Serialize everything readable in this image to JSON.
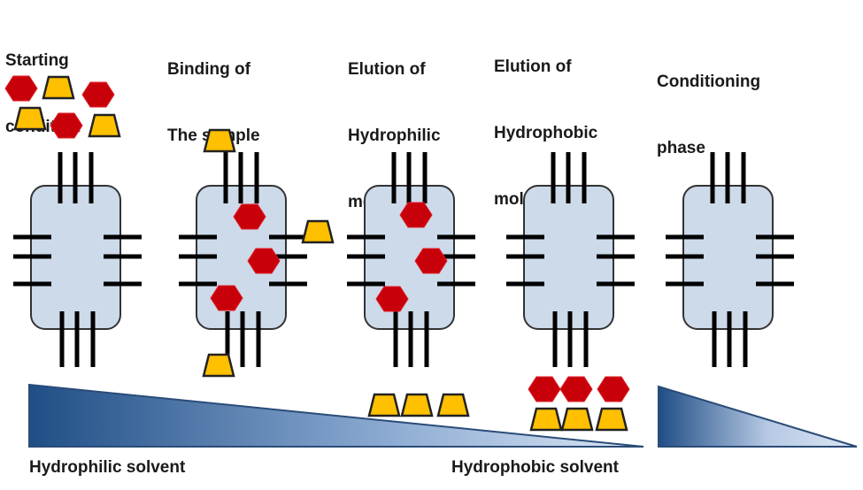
{
  "title": "Hydrophobic interaction chromatography steps",
  "steps": [
    {
      "id": "starting",
      "lines": [
        "Starting",
        "condition"
      ]
    },
    {
      "id": "binding",
      "lines": [
        "Binding of",
        "The sample"
      ]
    },
    {
      "id": "elution-hydrophilic",
      "lines": [
        "Elution of",
        "Hydrophilic",
        "molecule"
      ]
    },
    {
      "id": "elution-hydrophobic",
      "lines": [
        "Elution of",
        "Hydrophobic",
        "molecule"
      ]
    },
    {
      "id": "conditioning",
      "lines": [
        "Conditioning",
        "phase"
      ]
    }
  ],
  "gradient": {
    "start_label": "Hydrophilic solvent",
    "end_label": "Hydrophobic solvent"
  },
  "legend_shapes": {
    "hydrophobic_molecule": "red-hexagon",
    "hydrophilic_molecule": "yellow-trapezoid"
  },
  "colors": {
    "hexagon": "#c8000a",
    "trapezoid": "#ffc000",
    "bead_fill": "#ccdaea",
    "gradient_dark": "#1f4e86",
    "gradient_light": "#d6e2f2",
    "ligand": "#000000"
  }
}
